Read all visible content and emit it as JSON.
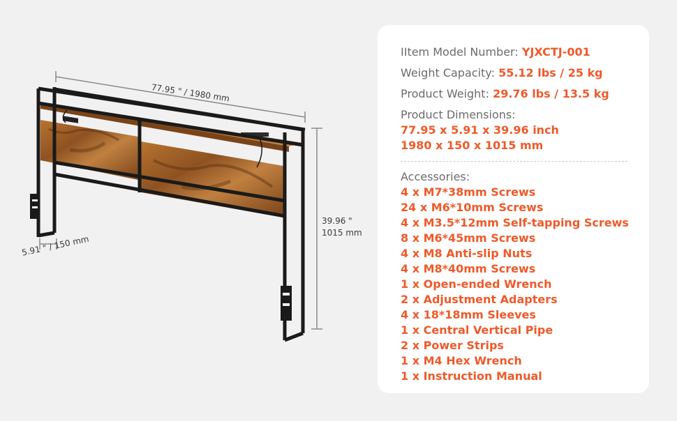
{
  "dimensions": {
    "width_label": "77.95 \" / 1980 mm",
    "depth_label": "5.91 \" / 150 mm",
    "height_label_line1": "39.96 \"",
    "height_label_line2": "1015 mm"
  },
  "specs": {
    "model_label": "IItem Model Number:",
    "model_value": "YJXCTJ-001",
    "capacity_label": "Weight Capacity:",
    "capacity_value": "55.12 lbs / 25 kg",
    "weight_label": "Product Weight:",
    "weight_value": "29.76 lbs / 13.5 kg",
    "dims_label": "Product Dimensions:",
    "dims_value_imperial": "77.95 x 5.91 x 39.96 inch",
    "dims_value_metric": "1980 x 150 x 1015 mm"
  },
  "accessories": {
    "title": "Accessories:",
    "items": [
      "4 x M7*38mm Screws",
      "24 x M6*10mm Screws",
      "4 x M3.5*12mm Self-tapping Screws",
      "8 x M6*45mm Screws",
      "4 x M8 Anti-slip Nuts",
      "4 x M8*40mm Screws",
      "1 x Open-ended Wrench",
      "2 x Adjustment Adapters",
      "4 x 18*18mm Sleeves",
      "1 x Central Vertical Pipe",
      "2 x Power Strips",
      "1 x M4 Hex Wrench",
      "1 x Instruction Manual"
    ]
  },
  "colors": {
    "accent": "#ee5a2a",
    "label_gray": "#6b6b6b",
    "wood": "#a9652c",
    "frame": "#1a1a1a"
  }
}
